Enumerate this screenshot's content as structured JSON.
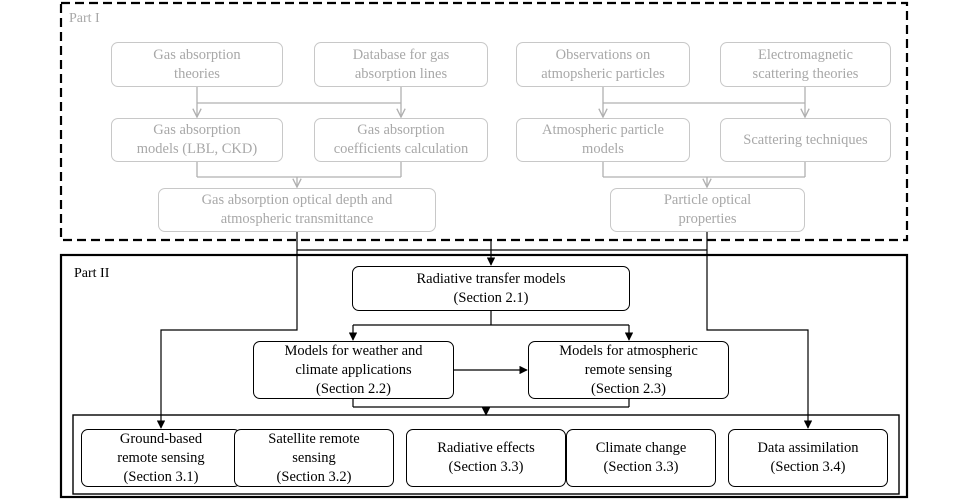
{
  "part1": {
    "label": "Part I",
    "boxes": {
      "gas_theories": [
        "Gas absorption",
        "theories"
      ],
      "gas_database": [
        "Database for gas",
        "absorption lines"
      ],
      "obs_particles": [
        "Observations on",
        "atmopsheric particles"
      ],
      "em_scattering": [
        "Electromagnetic",
        "scattering theories"
      ],
      "gas_models": [
        "Gas absorption",
        "models (LBL, CKD)"
      ],
      "gas_coeff": [
        "Gas absorption",
        "coefficients calculation"
      ],
      "particle_models": [
        "Atmospheric particle",
        "models"
      ],
      "scattering_tech": [
        "Scattering techniques"
      ],
      "gas_optical_depth": [
        "Gas absorption optical depth and",
        "atmospheric transmittance"
      ],
      "particle_optical": [
        "Particle optical",
        "properties"
      ]
    }
  },
  "part2": {
    "label": "Part II",
    "boxes": {
      "rt_models": [
        "Radiative transfer models",
        "(Section 2.1)"
      ],
      "weather_climate": [
        "Models for weather and",
        "climate applications",
        "(Section 2.2)"
      ],
      "remote_sensing": [
        "Models for atmospheric",
        "remote sensing",
        "(Section 2.3)"
      ],
      "ground_based": [
        "Ground-based",
        "remote sensing",
        "(Section 3.1)"
      ],
      "satellite": [
        "Satellite remote",
        "sensing",
        "(Section 3.2)"
      ],
      "radiative_effects": [
        "Radiative effects",
        "(Section 3.3)"
      ],
      "climate_change": [
        "Climate change",
        "(Section 3.3)"
      ],
      "data_assimilation": [
        "Data assimilation",
        "(Section 3.4)"
      ]
    }
  },
  "colors": {
    "part1": "#a8a8a8",
    "part1_border": "#c8c8c8",
    "part2": "#000000"
  }
}
